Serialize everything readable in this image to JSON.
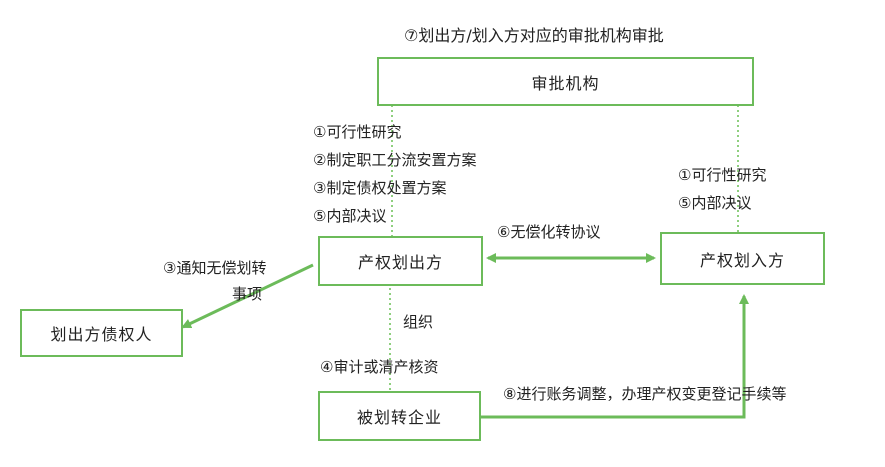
{
  "top_caption": "⑦划出方/划入方对应的审批机构审批",
  "boxes": {
    "approval_authority": "审批机构",
    "transferor": "产权划出方",
    "transferee": "产权划入方",
    "creditors": "划出方债权人",
    "transferred_enterprise": "被划转企业"
  },
  "left_steps": [
    "①可行性研究",
    "②制定职工分流安置方案",
    "③制定债权处置方案",
    "⑤内部决议"
  ],
  "right_steps": [
    "①可行性研究",
    "⑤内部决议"
  ],
  "notify_label": [
    "③通知无偿划转",
    "事项"
  ],
  "agreement_label": "⑥无偿化转协议",
  "organize_label": "组织",
  "audit_label": "④审计或清产核资",
  "adjust_label": "⑧进行账务调整，办理产权变更登记手续等",
  "colors": {
    "line": "#6cbb5a",
    "dotted": "#8fcf7f",
    "text": "#222222"
  }
}
